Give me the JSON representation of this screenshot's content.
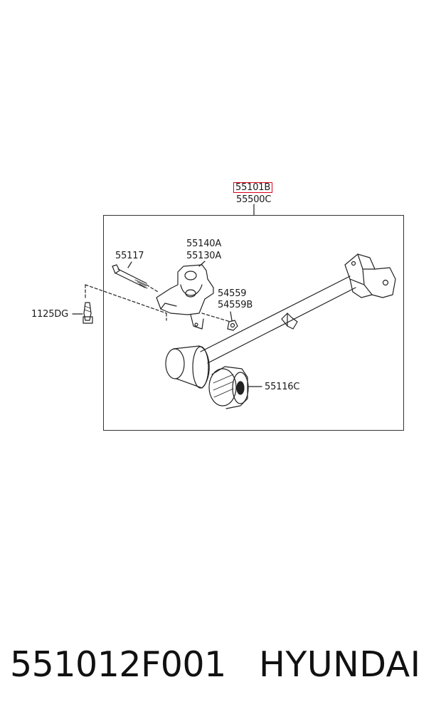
{
  "diagram": {
    "callouts": {
      "main_highlighted": "55101B",
      "main_assembly": "55500C",
      "bracket_a": "55140A",
      "bracket_b": "55130A",
      "bolt": "55117",
      "screw": "1125DG",
      "nut_a": "54559",
      "nut_b": "54559B",
      "bushing": "55116C"
    },
    "highlight_color": "#e0001b"
  },
  "footer": {
    "part_number": "551012F001",
    "brand": "HYUNDAI"
  }
}
